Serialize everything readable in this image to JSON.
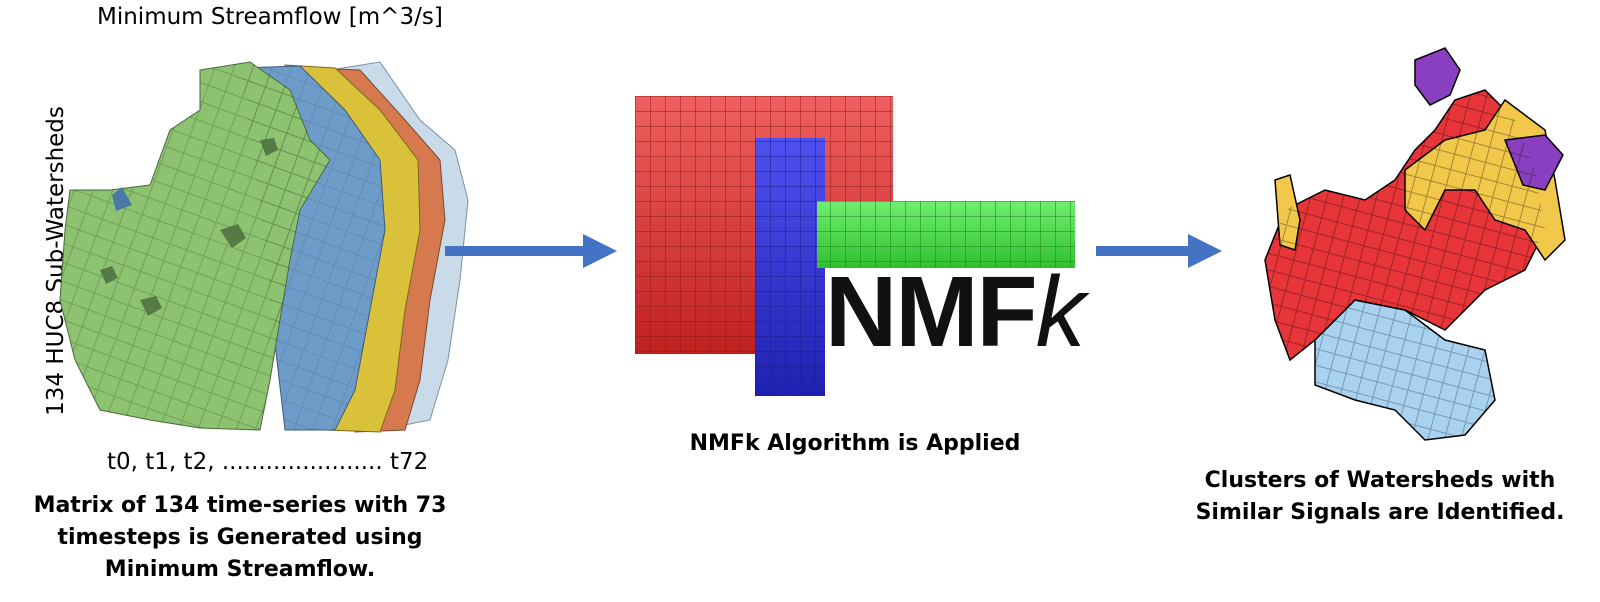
{
  "left_panel": {
    "top_label": "Minimum Streamflow [m^3/s]",
    "side_label": "134 HUC8 Sub-Watersheds",
    "time_label": "t0, t1, t2, ...................... t72",
    "caption": [
      "Matrix of 134 time-series with 73",
      "timesteps is Generated using",
      "Minimum Streamflow."
    ],
    "layer_colors": [
      "#c9dbe9",
      "#d6794e",
      "#d9c13a",
      "#6e9cc9",
      "#8cc270"
    ]
  },
  "middle_panel": {
    "logo_text": "NMF",
    "logo_suffix": "k",
    "caption": "NMFk Algorithm is Applied",
    "matrix_colors": {
      "W": "#e63a3a",
      "H": "#3a3ae6",
      "X": "#3ae63a"
    }
  },
  "right_panel": {
    "caption": [
      "Clusters of Watersheds with",
      "Similar Signals are Identified."
    ],
    "cluster_colors": [
      "#e8353a",
      "#f2c84a",
      "#8a3fc0",
      "#a8d2f0"
    ]
  },
  "arrows": {
    "color": "#4472c4"
  }
}
